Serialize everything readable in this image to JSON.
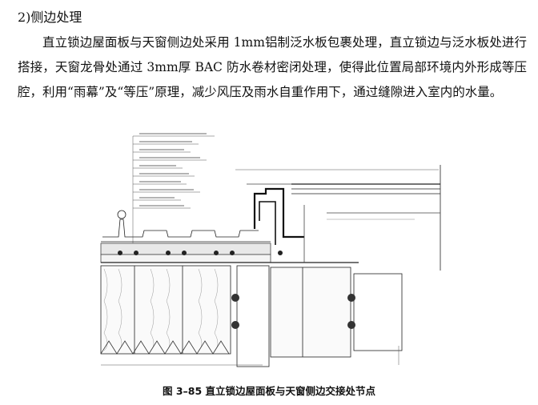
{
  "section": {
    "heading": "2)侧边处理",
    "paragraph": "直立锁边屋面板与天窗侧边处采用 1mm铝制泛水板包裹处理，直立锁边与泛水板处进行搭接，天窗龙骨处通过 3mm厚 BAC 防水卷材密闭处理，使得此位置局部环境内外形成等压腔，利用“雨幕”及“等压”原理，减少风压及雨水自重作用下，通过缝隙进入室内的水量。"
  },
  "figure": {
    "caption": "图 3–85 直立锁边屋面板与天窗侧边交接处节点"
  }
}
